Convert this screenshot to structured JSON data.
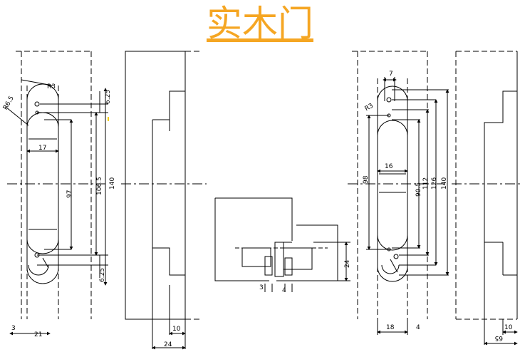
{
  "title": "实木门",
  "views": {
    "left_front": {
      "dims": {
        "r3": "R3",
        "r65": "R6.5",
        "d625_top": "6.25",
        "w17": "17",
        "h97": "97",
        "h1065": "106.5",
        "h140": "140",
        "d625_bot": "6.25",
        "w3": "3",
        "w21": "21"
      }
    },
    "left_side": {
      "dims": {
        "w10": "10",
        "w24": "24"
      }
    },
    "center_plan": {
      "dims": {
        "h24": "24",
        "w3": "3",
        "w4": "4"
      }
    },
    "right_front": {
      "dims": {
        "w7": "7",
        "r3": "R3",
        "h98": "98",
        "w16": "16",
        "h905": "90.5",
        "h112": "112",
        "h126": "126",
        "h140": "140",
        "w18": "18",
        "w4": "4"
      }
    },
    "right_side": {
      "dims": {
        "w10": "10",
        "w65": "65"
      }
    }
  }
}
